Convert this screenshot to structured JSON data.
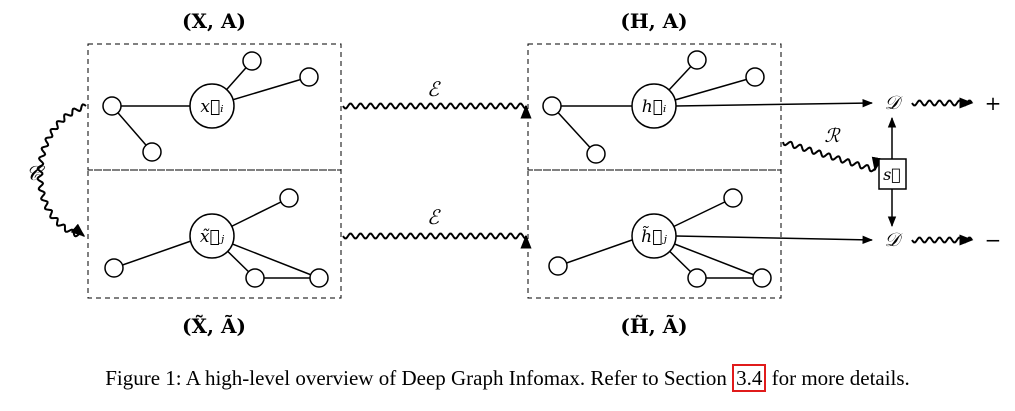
{
  "labels": {
    "input_top": "(X, A)",
    "input_bottom": "(X̃, Ã)",
    "output_top": "(H, A)",
    "output_bottom": "(H̃, Ã)",
    "node_x": "x⃗ᵢ",
    "node_xt": "x̃⃗ⱼ",
    "node_h": "h⃗ᵢ",
    "node_ht": "h̃⃗ⱼ",
    "encoder": "ℰ",
    "corruption": "𝒞",
    "readout": "ℛ",
    "summary": "s⃗",
    "discriminator": "𝒟",
    "plus": "+",
    "minus": "−"
  },
  "caption": {
    "prefix": "Figure 1: A high-level overview of Deep Graph Infomax. Refer to Section ",
    "ref": "3.4",
    "suffix": " for more details."
  },
  "colors": {
    "stroke": "#000000",
    "dashed_box": "#000000",
    "ref_box": "#e01b1b"
  }
}
